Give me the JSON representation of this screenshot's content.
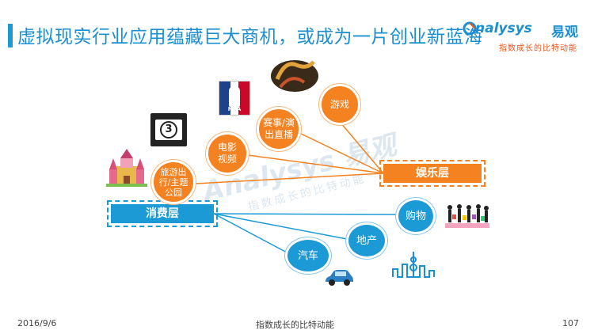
{
  "title": "虚拟现实行业应用蕴藏巨大商机，或成为一片创业新蓝海",
  "logo": {
    "main": "nalysys",
    "cn": "易观",
    "slogan": "指数成长的比特动能"
  },
  "watermark": {
    "main": "Analysys 易观",
    "sub": "指数成长的比特动能"
  },
  "layers": {
    "consume": "消费层",
    "entertain": "娱乐层"
  },
  "bubbles": {
    "travel": "旅游出\n行/主题\n公园",
    "film": "电影\n视频",
    "match": "赛事/演\n出直播",
    "game": "游戏",
    "shop": "购物",
    "estate": "地产",
    "car": "汽车"
  },
  "icons": {
    "nba": "NBA",
    "countdown": "3"
  },
  "footer": {
    "date": "2016/9/6",
    "center": "指数成长的比特动能",
    "page": "107"
  },
  "colors": {
    "blue": "#1b9ad6",
    "orange": "#f58220"
  }
}
